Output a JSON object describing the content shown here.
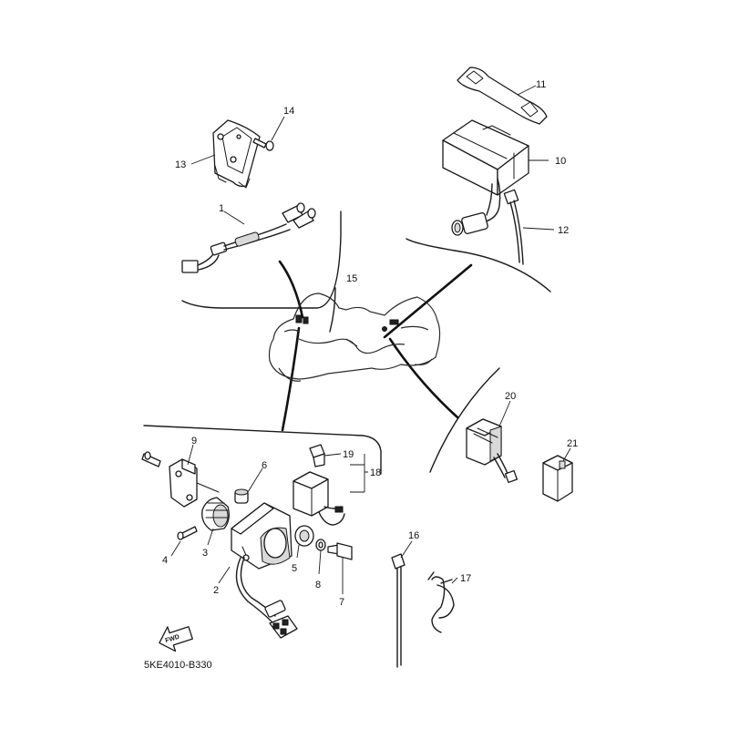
{
  "diagram_code": "5KE4010-B330",
  "fwd_label": "FWD",
  "callouts": {
    "c1": "1",
    "c2": "2",
    "c3": "3",
    "c4": "4",
    "c5": "5",
    "c6": "6",
    "c7": "7",
    "c8": "8",
    "c9": "9",
    "c10": "10",
    "c11": "11",
    "c12": "12",
    "c13": "13",
    "c14": "14",
    "c15": "15",
    "c16": "16",
    "c17": "17",
    "c18": "18",
    "c19": "19",
    "c20": "20",
    "c21": "21"
  }
}
